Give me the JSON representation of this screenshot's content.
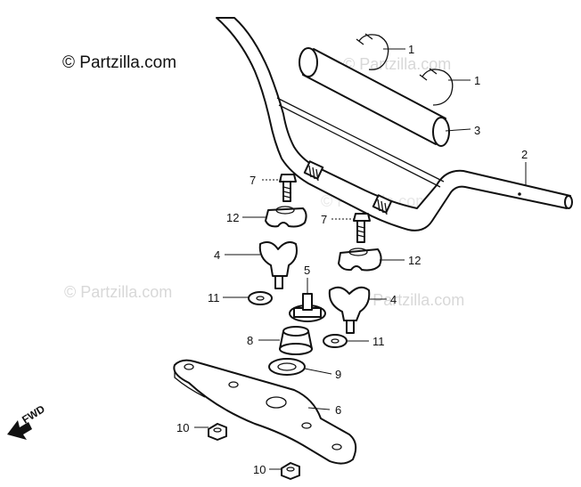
{
  "copyright": "© Partzilla.com",
  "watermarks": [
    "© Partzilla.com",
    "© Partzilla.com",
    "© Partzilla.com",
    "© Partzilla.com"
  ],
  "fwd_label": "FWD",
  "callouts": {
    "pad_clip_a": "1",
    "pad_clip_b": "1",
    "handlebar": "2",
    "handlebar_pad": "3",
    "holder_left": "4",
    "holder_right": "4",
    "stud_nut": "5",
    "bridge_plate": "6",
    "bolt_left": "7",
    "bolt_right": "7",
    "rubber_bushing": "8",
    "washer_plate": "9",
    "nut_upper": "10",
    "nut_lower": "10",
    "washer_left": "11",
    "washer_right": "11",
    "upper_holder_left": "12",
    "upper_holder_right": "12"
  }
}
